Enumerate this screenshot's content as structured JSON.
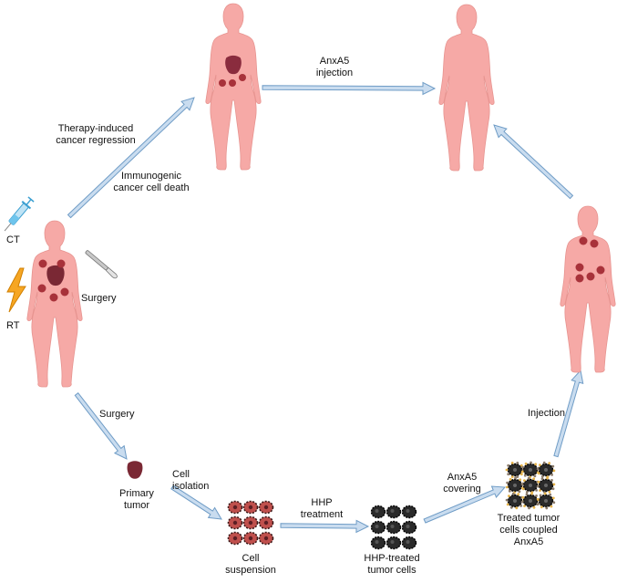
{
  "labels": {
    "anxa5_injection": [
      "AnxA5",
      "injection"
    ],
    "therapy_regression": [
      "Therapy-induced",
      "cancer regression"
    ],
    "immunogenic": [
      "Immunogenic",
      "cancer cell death"
    ],
    "ct": "CT",
    "rt": "RT",
    "surgery_tool": "Surgery",
    "surgery_arrow": "Surgery",
    "primary_tumor": [
      "Primary",
      "tumor"
    ],
    "cell_isolation": [
      "Cell",
      "isolation"
    ],
    "hhp_treatment": [
      "HHP",
      "treatment"
    ],
    "anxa5_covering": [
      "AnxA5",
      "covering"
    ],
    "injection": "Injection",
    "cell_suspension": [
      "Cell",
      "suspension"
    ],
    "hhp_treated": [
      "HHP-treated",
      "tumor cells"
    ],
    "treated_coupled": [
      "Treated tumor",
      "cells coupled",
      "AnxA5"
    ]
  },
  "colors": {
    "body": "#f6a9a6",
    "body_stroke": "#e79490",
    "tumor": "#a8323a",
    "tumor_dark": "#7a2834",
    "arrow_fill": "#c9dcef",
    "arrow_stroke": "#6f9cc6",
    "cell_red": "#c0504d",
    "cell_dark": "#2a2a2a"
  },
  "icons": [
    "syringe-icon",
    "lightning-icon",
    "scalpel-icon"
  ]
}
